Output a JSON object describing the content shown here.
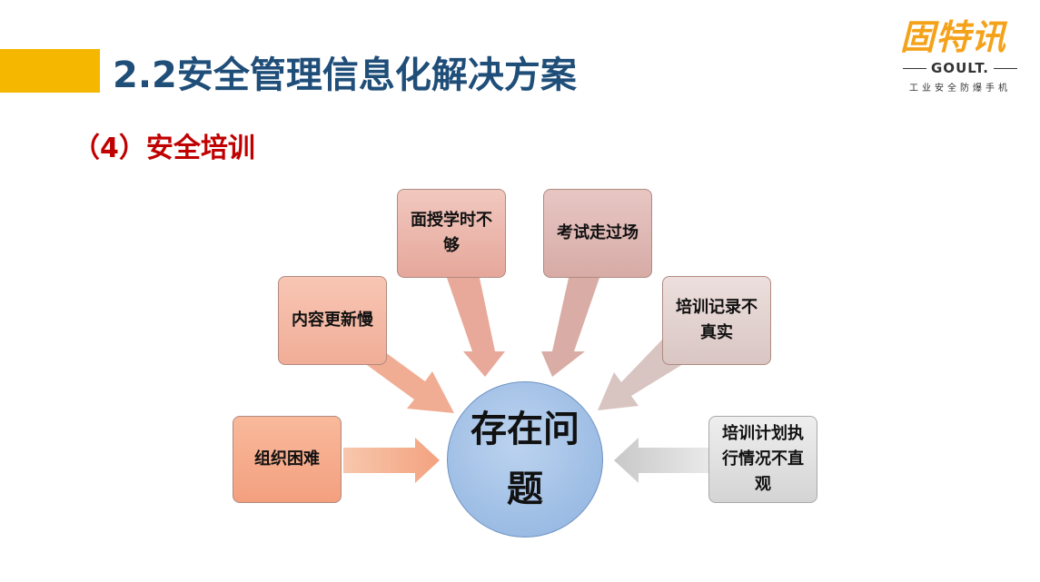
{
  "header": {
    "title": "2.2安全管理信息化解决方案",
    "subtitle": "（4）安全培训"
  },
  "logo": {
    "main": "固特讯",
    "brand": "GOULT.",
    "tagline": "工业安全防爆手机"
  },
  "diagram": {
    "center": "存在问题",
    "items": [
      "组织困难",
      "内容更新慢",
      "面授学时不够",
      "考试走过场",
      "培训记录不真实",
      "培训计划执行情况不直观"
    ]
  },
  "colors": {
    "accent_bar": "#f5b700",
    "title": "#1f4e79",
    "subtitle": "#c00000",
    "logo": "#f5a21b",
    "center_fill": "#8eb2df"
  }
}
